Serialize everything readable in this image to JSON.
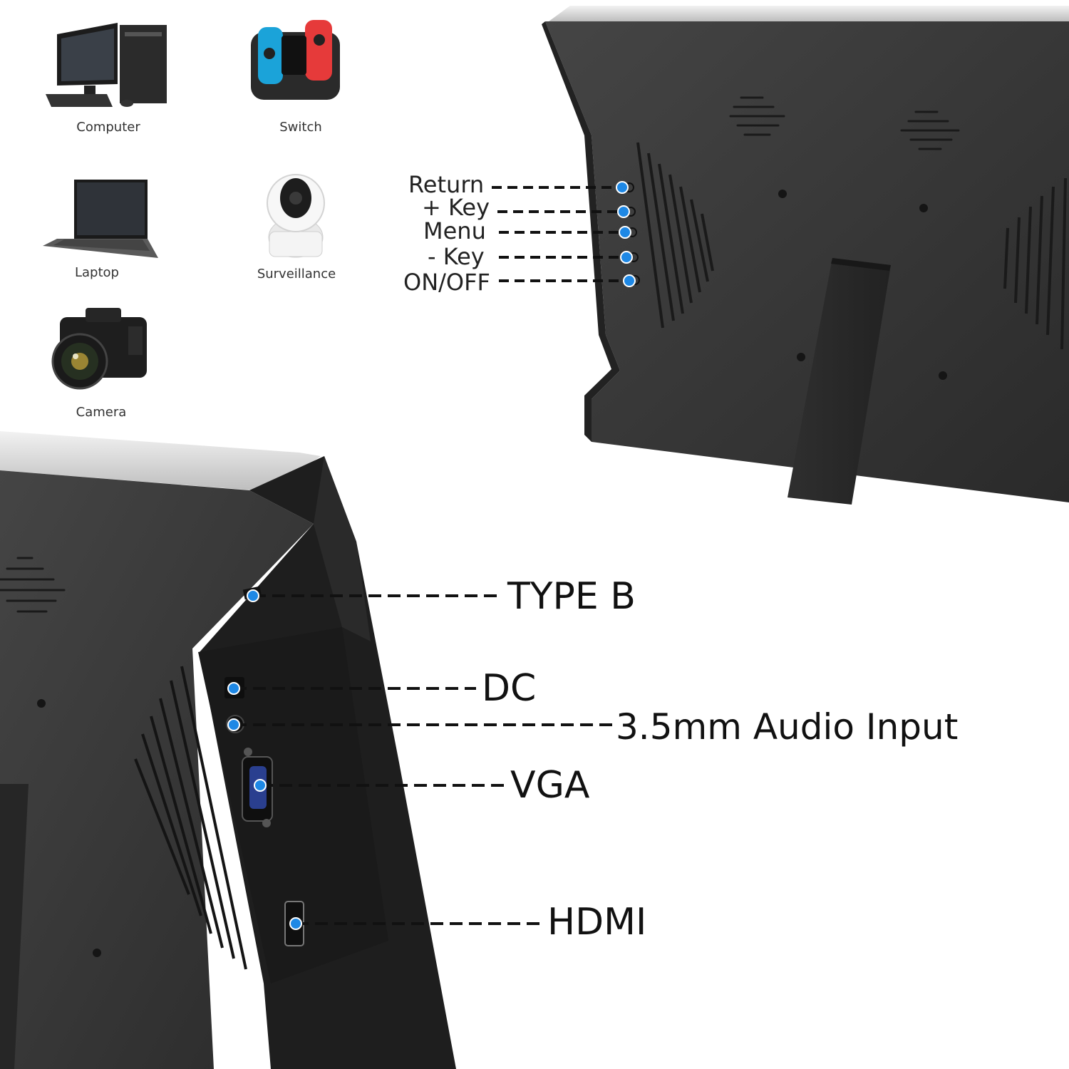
{
  "devices": [
    {
      "label": "Computer",
      "icon": "computer-icon"
    },
    {
      "label": "Switch",
      "icon": "game-console-icon"
    },
    {
      "label": "Laptop",
      "icon": "laptop-icon"
    },
    {
      "label": "Surveillance",
      "icon": "security-camera-icon"
    },
    {
      "label": "Camera",
      "icon": "dslr-camera-icon"
    }
  ],
  "buttons": [
    {
      "label": "Return"
    },
    {
      "label": "+ Key"
    },
    {
      "label": "Menu"
    },
    {
      "label": "- Key"
    },
    {
      "label": "ON/OFF"
    }
  ],
  "ports": [
    {
      "label": "TYPE B"
    },
    {
      "label": "DC"
    },
    {
      "label": "3.5mm Audio Input"
    },
    {
      "label": "VGA"
    },
    {
      "label": "HDMI"
    }
  ],
  "colors": {
    "callout_dot": "#1e88e5",
    "monitor_body": "#3a3a3a",
    "monitor_edge": "#1c1c1c",
    "leader_line": "#111111"
  }
}
